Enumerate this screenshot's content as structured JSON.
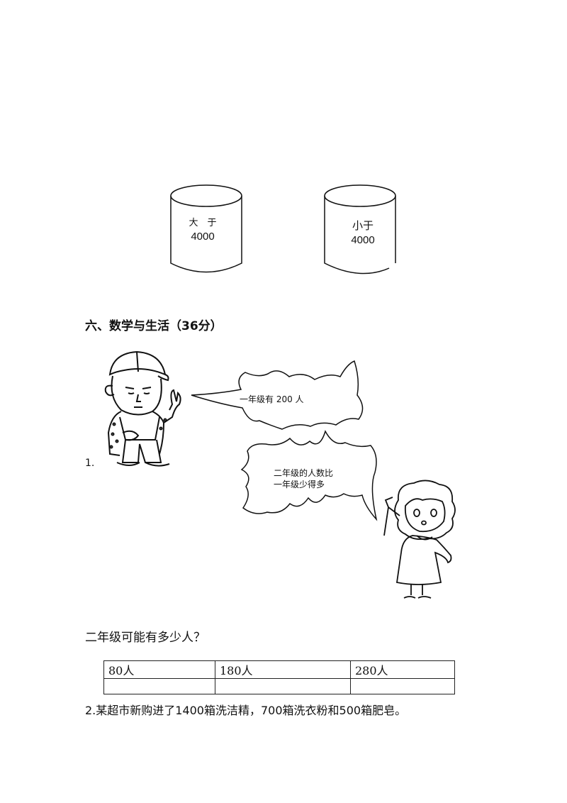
{
  "jars": [
    {
      "label_top": "大　于",
      "label_bottom": "4000"
    },
    {
      "label_top": "小于",
      "label_bottom": "4000"
    }
  ],
  "section": {
    "title": "六、数学与生活（36分）"
  },
  "problem1": {
    "number": "1.",
    "boy_bubble": "一年级有 200 人",
    "girl_bubble_line1": "二年级的人数比",
    "girl_bubble_line2": "一年级少得多",
    "question": "二年级可能有多少人？",
    "options": [
      "80人",
      "180人",
      "280人"
    ]
  },
  "problem2": {
    "text": "2.某超市新购进了1400箱洗洁精，700箱洗衣粉和500箱肥皂。"
  },
  "icons": [
    "boy-illustration",
    "girl-illustration",
    "jar-icon"
  ]
}
